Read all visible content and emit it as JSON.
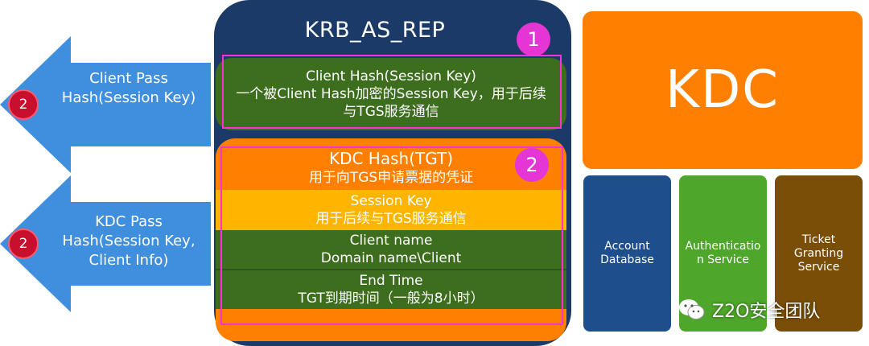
{
  "arrows": [
    {
      "label": "Client Pass\nHash(Session Key)",
      "badge": "2"
    },
    {
      "label": "KDC Pass\nHash(Session Key,\nClient Info)",
      "badge": "2"
    }
  ],
  "message": {
    "title": "KRB_AS_REP",
    "badge1": "1",
    "badge2": "2",
    "client_hash": {
      "line1": "Client Hash(Session Key)",
      "line2": "一个被Client Hash加密的Session Key，用于后续",
      "line3": "与TGS服务通信"
    },
    "tgt": {
      "kdc_hash": {
        "line1": "KDC Hash(TGT)",
        "line2": "用于向TGS申请票据的凭证"
      },
      "session_key": {
        "line1": "Session Key",
        "line2": "用于后续与TGS服务通信"
      },
      "client_name": {
        "line1": "Client name",
        "line2": "Domain name\\Client"
      },
      "end_time": {
        "line1": "End Time",
        "line2": "TGT到期时间（一般为8小时）"
      }
    }
  },
  "kdc": {
    "title": "KDC",
    "services": [
      {
        "label": "Account\nDatabase",
        "color": "#1f4e8c"
      },
      {
        "label": "Authenticatio\nn Service",
        "color": "#4ea62a"
      },
      {
        "label": "Ticket\nGranting\nService",
        "color": "#7a4e06"
      }
    ]
  },
  "watermark": {
    "text": "Z2O安全团队",
    "icon": "wechat-icon"
  },
  "colors": {
    "navy": "#1b3a67",
    "dark_green": "#3d6e1e",
    "orange": "#ff7f00",
    "amber": "#ffb400",
    "arrow_blue": "#3f8fde",
    "magenta": "#ff2fd8"
  }
}
